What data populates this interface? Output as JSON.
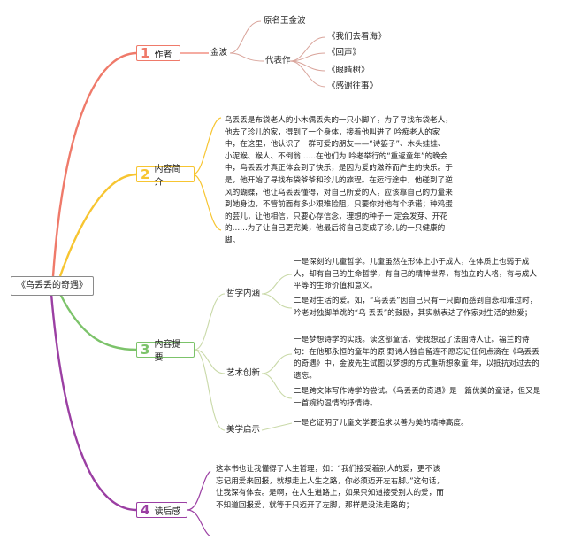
{
  "root": {
    "label": "《乌丢丢的奇遇》"
  },
  "colors": {
    "b1": "#ef7a6a",
    "b2": "#f7c531",
    "b3": "#7cc36a",
    "b4": "#9b3fa3",
    "sub": "#c9d9a8",
    "root_border": "#8a8a8a"
  },
  "branches": [
    {
      "num": "1",
      "label": "作者",
      "color": "#ef7a6a"
    },
    {
      "num": "2",
      "label": "内容简介",
      "color": "#f7c531"
    },
    {
      "num": "3",
      "label": "内容提要",
      "color": "#7cc36a"
    },
    {
      "num": "4",
      "label": "读后感",
      "color": "#9b3fa3"
    }
  ],
  "author": {
    "name": "金波",
    "original_name": "原名王金波",
    "works_label": "代表作",
    "works": [
      "《我们去看海》",
      "《回声》",
      "《眼睛树》",
      "《感谢往事》"
    ]
  },
  "summary": {
    "text": "乌丢丢是布袋老人的小木偶丢失的一只小脚丫，为了寻找布袋老人，他去了珍儿的家，得到了一个身体，接着他叫进了 吟痴老人的家中，在这里，他认识了一群可爱的朋友——“诗篓子”、木头娃娃、小泥猴、猴人、不倒翁……在他们为 吟老举行的“重返童年”的晚会中，乌丢丢才真正体会到了快乐，是因为爱的滋养而产生的快乐。于是，他开始了寻找布袋爷爷和珍儿的旅程。在运行途中，他碰到了逆风的蝴蝶，他让乌丢丢懂得，对自己所爱的人，应该靠自己的力量来 到她身边，不管前面有多少艰难险阻，只要你对他有个承诺；种鸡蛋的芸儿，让他相信，只要心存信念，理想的种子一 定会发芽、开花的……为了让自己更完美，他最后将自己变成了珍儿的一只健康的脚。"
  },
  "outline": {
    "sections": [
      {
        "label": "哲学内涵",
        "items": [
          "一是深刻的儿童哲学。儿童虽然在形体上小于成人，在体质上也弱于成人，却有自己的生命哲学，有自己的精神世界，有独立的人格，有与成人平等的生命价值和意义。",
          "二是对生活的爱。如，“乌丢丢”因自己只有一只脚而感到自悲和难过时，吟老对独脚单跳的“乌 丢丢”的鼓励，其实就表达了作家对生活的热爱；"
        ]
      },
      {
        "label": "艺术创新",
        "items": [
          "一是梦想诗学的实践。读这部童话，使我想起了法国诗人让。福兰的诗句：在他那永恒的童年的原 野诗人独自留连不愿忘记任何点滴在《乌丢丢的奇遇》中，金波先生试图以梦想的方式重新想象童 年，以抵抗对过去的遗忘。",
          "二是跨文体写作诗学的尝试。《乌丢丢的奇遇》是一篇优美的童话，但又是一首婉约温情的抒情诗。"
        ]
      },
      {
        "label": "美学启示",
        "items": [
          "一是它证明了儿童文学要追求以善为美的精神高度。"
        ]
      }
    ]
  },
  "reflection": {
    "text": "这本书也让我懂得了人生哲理，如：“我们接受着别人的爱，更不该忘记用爱来回报，就想走上人生之路，你必须迈开左右脚。”这句话，让我深有体会。是啊，在人生道路上，如果只知道接受别人的爱，而不知道回报爱，就等于只迈开了左脚，那样是没法走路的；"
  }
}
